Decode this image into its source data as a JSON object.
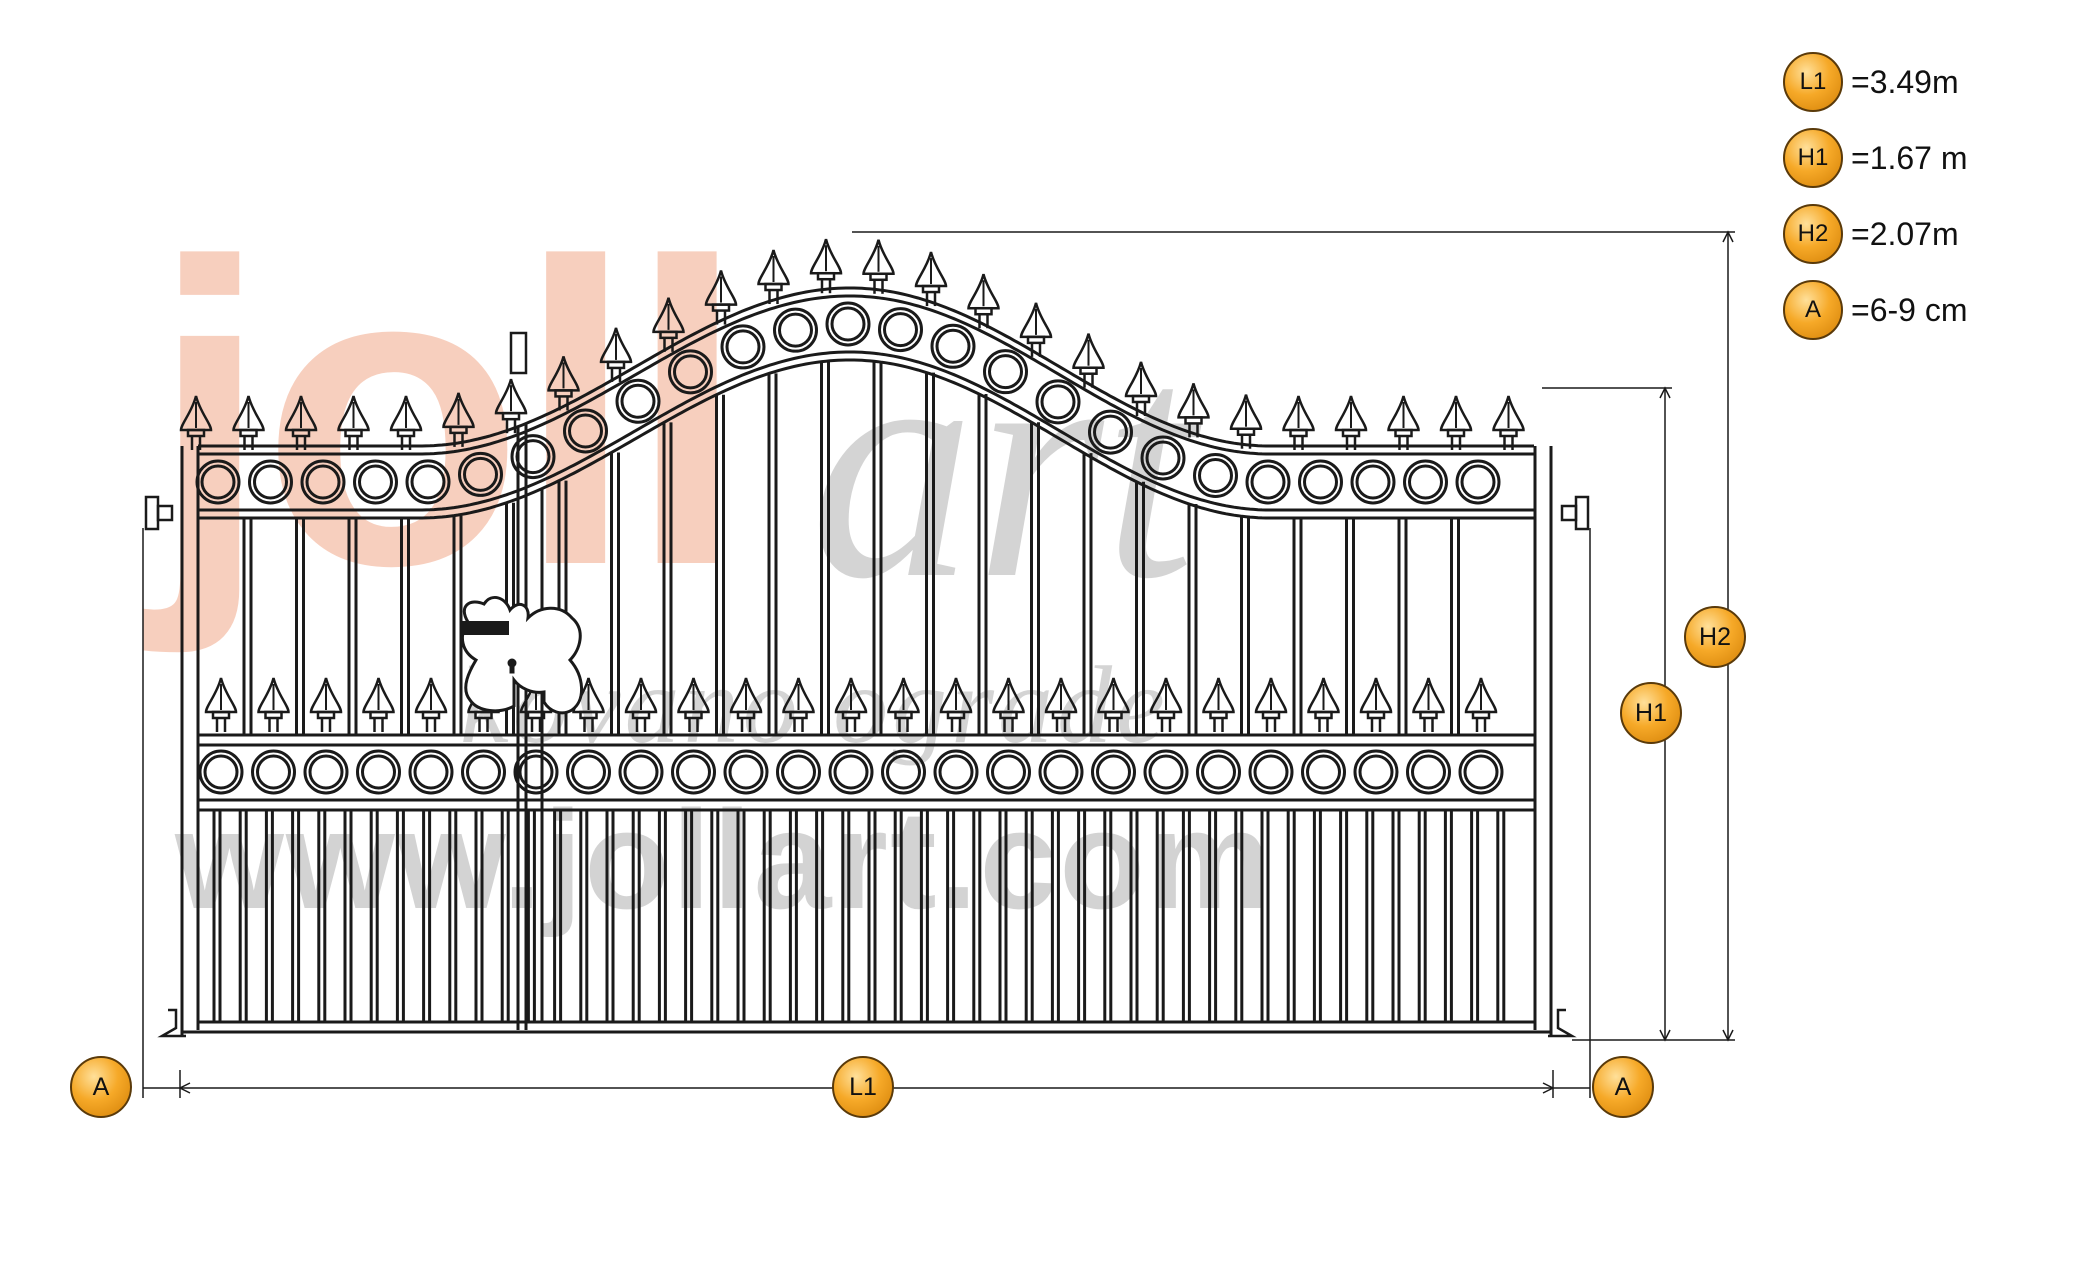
{
  "watermark": {
    "brand_main": "joll",
    "brand_art": "art",
    "slogan": "kovano ograde",
    "url": "www.jollart.com"
  },
  "legend": [
    {
      "badge": "L1",
      "value": "=3.49m"
    },
    {
      "badge": "H1",
      "value": "=1.67 m"
    },
    {
      "badge": "H2",
      "value": "=2.07m"
    },
    {
      "badge": "A",
      "value": "=6-9 cm"
    }
  ],
  "dimension_badges": {
    "left_gap": "A",
    "width": "L1",
    "right_gap": "A",
    "height_side": "H1",
    "height_top": "H2"
  },
  "colors": {
    "badge_fill": "#f6a928",
    "line": "#1a1a1a",
    "watermark_orange": "#f2a889",
    "watermark_gray": "#aaaaaa"
  },
  "icons": {
    "gate": "double-wing-arched-gate-icon",
    "lock": "lock-plate-icon"
  }
}
